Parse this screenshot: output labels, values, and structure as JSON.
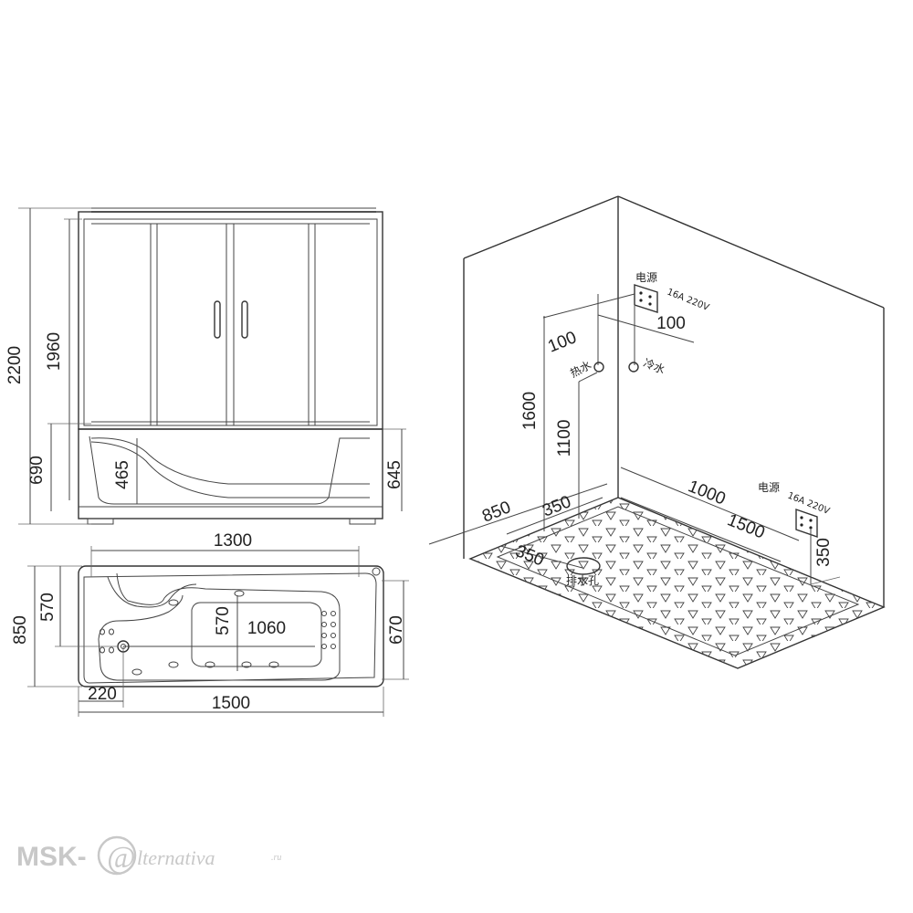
{
  "front_view": {
    "height_total": "2200",
    "height_cabin": "1960",
    "height_tub": "690",
    "height_seat": "465",
    "height_rim": "645"
  },
  "top_view": {
    "inner_length": "1300",
    "width_total": "850",
    "width_inner": "570",
    "width_bath_area": "570",
    "length_bath_area": "1060",
    "width_right": "670",
    "offset_drain": "220",
    "length_total": "1500"
  },
  "room_view": {
    "power_label_top": "电源",
    "power_spec_top": "16A 220V",
    "offset_left": "100",
    "offset_right": "100",
    "hot_water": "热水",
    "cold_water": "冷水",
    "height_power": "1600",
    "height_water": "1100",
    "depth_total": "850",
    "depth_part": "350",
    "power_wall_offset": "1000",
    "power_label_bottom": "电源",
    "power_spec_bottom": "16A 220V",
    "length_floor": "1500",
    "height_power_bottom": "350",
    "drain_offset": "350",
    "drain_label": "排水孔"
  },
  "watermark": {
    "prefix": "MSK-",
    "at": "@",
    "suffix": "lternativa",
    "domain": ".ru"
  }
}
